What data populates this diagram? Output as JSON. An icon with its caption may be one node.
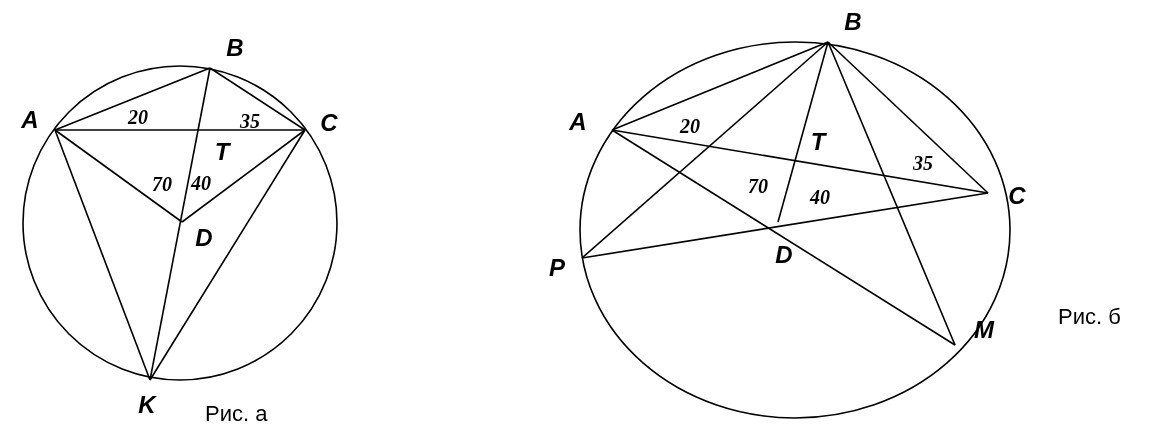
{
  "diagram": {
    "labels": [
      "B",
      "A",
      "20",
      "35",
      "C",
      "T",
      "70",
      "40",
      "D",
      "K",
      "Рис. а",
      "B",
      "A",
      "20",
      "T",
      "35",
      "C",
      "70",
      "40",
      "D",
      "P",
      "M",
      "Рис. б"
    ]
  }
}
